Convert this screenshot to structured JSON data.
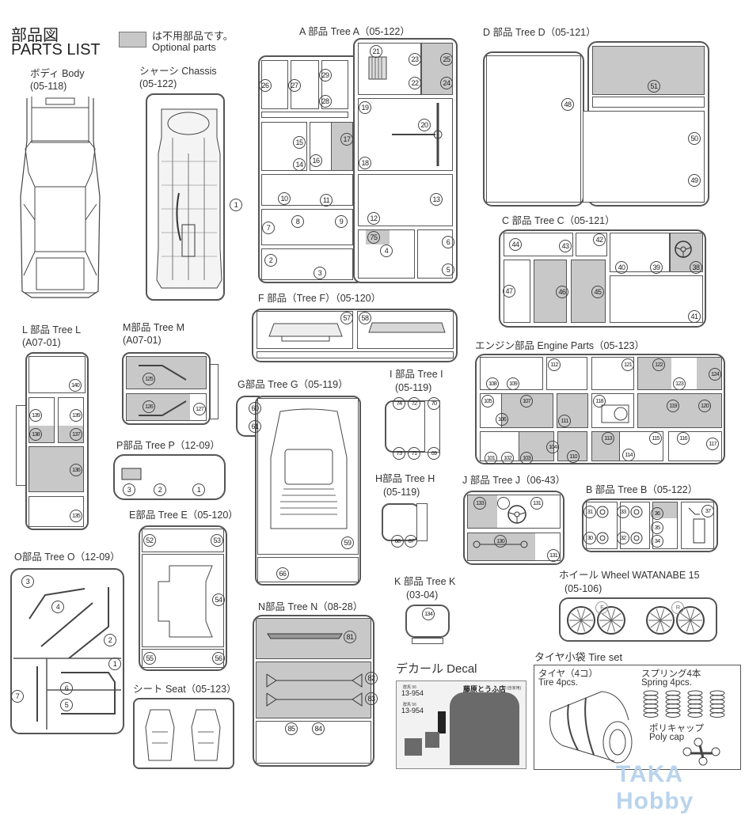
{
  "header": {
    "title_jp": "部品図",
    "title_en": "PARTS LIST",
    "legend_jp": "は不用部品です。",
    "legend_en": "Optional parts",
    "legend_color": "#c8c8c8"
  },
  "sections": {
    "body": {
      "label": "ボディ Body",
      "code": "(05-118)"
    },
    "chassis": {
      "label": "シャーシ Chassis",
      "code": "(05-122)",
      "parts": [
        "1"
      ]
    },
    "tree_a": {
      "label": "A 部品 Tree A（05-122）",
      "parts": [
        "2",
        "3",
        "4",
        "5",
        "6",
        "7",
        "8",
        "9",
        "10",
        "11",
        "12",
        "13",
        "14",
        "15",
        "16",
        "17",
        "18",
        "19",
        "20",
        "21",
        "22",
        "23",
        "24",
        "25",
        "26",
        "27",
        "28",
        "29",
        "75"
      ],
      "optional": [
        "17",
        "24",
        "25",
        "75"
      ]
    },
    "tree_d": {
      "label": "D 部品 Tree D（05-121）",
      "parts": [
        "48",
        "49",
        "50",
        "51"
      ],
      "optional": [
        "51"
      ]
    },
    "tree_c": {
      "label": "C 部品 Tree C（05-121）",
      "parts": [
        "38",
        "39",
        "40",
        "41",
        "42",
        "43",
        "44",
        "45",
        "46",
        "47"
      ],
      "optional": [
        "38",
        "45",
        "46"
      ]
    },
    "tree_f": {
      "label": "F 部品（Tree F）（05-120）",
      "parts": [
        "57",
        "58"
      ]
    },
    "engine": {
      "label": "エンジン部品 Engine Parts（05-123）",
      "parts": [
        "101",
        "102",
        "103",
        "104",
        "105",
        "106",
        "107",
        "108",
        "109",
        "110",
        "111",
        "112",
        "113",
        "114",
        "115",
        "116",
        "117",
        "118",
        "119",
        "120",
        "121",
        "122",
        "123",
        "124"
      ],
      "optional": [
        "103",
        "104",
        "106",
        "107",
        "110",
        "111",
        "113",
        "119",
        "120",
        "122",
        "124"
      ]
    },
    "tree_l": {
      "label": "L 部品 Tree L",
      "code": "(A07-01)",
      "parts": [
        "135",
        "136",
        "137",
        "138",
        "139",
        "140"
      ],
      "optional": [
        "136",
        "137",
        "138"
      ]
    },
    "tree_m": {
      "label": "M部品 Tree M",
      "code": "(A07-01)",
      "parts": [
        "125",
        "126",
        "127"
      ],
      "optional": [
        "125",
        "126"
      ]
    },
    "tree_p": {
      "label": "P部品 Tree P（12-09）",
      "parts": [
        "1",
        "2",
        "3"
      ]
    },
    "tree_g": {
      "label": "G部品 Tree G（05-119）",
      "parts": [
        "59",
        "60",
        "61",
        "66"
      ]
    },
    "tree_i": {
      "label": "I 部品 Tree I",
      "code": "(05-119)",
      "parts": [
        "69",
        "70",
        "71",
        "72",
        "73",
        "74"
      ]
    },
    "tree_h": {
      "label": "H部品 Tree H",
      "code": "(05-119)",
      "parts": [
        "67",
        "68"
      ]
    },
    "tree_j": {
      "label": "J 部品 Tree J（06-43）",
      "parts": [
        "130",
        "131",
        "132",
        "133"
      ],
      "optional": [
        "130",
        "132"
      ]
    },
    "tree_b": {
      "label": "B 部品 Tree B（05-122）",
      "parts": [
        "30",
        "31",
        "32",
        "33",
        "34",
        "35",
        "36",
        "37"
      ],
      "optional": [
        "36"
      ]
    },
    "tree_e": {
      "label": "E部品 Tree E（05-120）",
      "parts": [
        "52",
        "53",
        "54",
        "55",
        "56"
      ]
    },
    "tree_k": {
      "label": "K 部品 Tree K",
      "code": "(03-04)",
      "parts": [
        "134"
      ]
    },
    "wheel": {
      "label": "ホイール Wheel WATANABE 15",
      "code": "(05-106)",
      "marks": [
        "F",
        "R"
      ]
    },
    "tree_o": {
      "label": "O部品 Tree O（12-09）",
      "parts": [
        "1",
        "2",
        "3",
        "4",
        "5",
        "6",
        "7"
      ]
    },
    "seat": {
      "label": "シート Seat（05-123）"
    },
    "tree_n": {
      "label": "N部品 Tree N（08-28）",
      "parts": [
        "81",
        "82",
        "83",
        "84",
        "85"
      ],
      "optional": [
        "81",
        "82",
        "83"
      ]
    },
    "decal": {
      "label": "デカール Decal",
      "plate": "13-954",
      "plate_small": "群馬 56",
      "shop": "藤原とうふ店",
      "shop_sub": "(自家用)"
    },
    "tire_set": {
      "label": "タイヤ小袋 Tire set",
      "tire_jp": "タイヤ（4コ）",
      "tire_en": "Tire 4pcs.",
      "spring_jp": "スプリング4本",
      "spring_en": "Spring 4pcs.",
      "polycap_jp": "ポリキャップ",
      "polycap_en": "Poly cap"
    }
  },
  "watermark": "TAKA Hobby"
}
